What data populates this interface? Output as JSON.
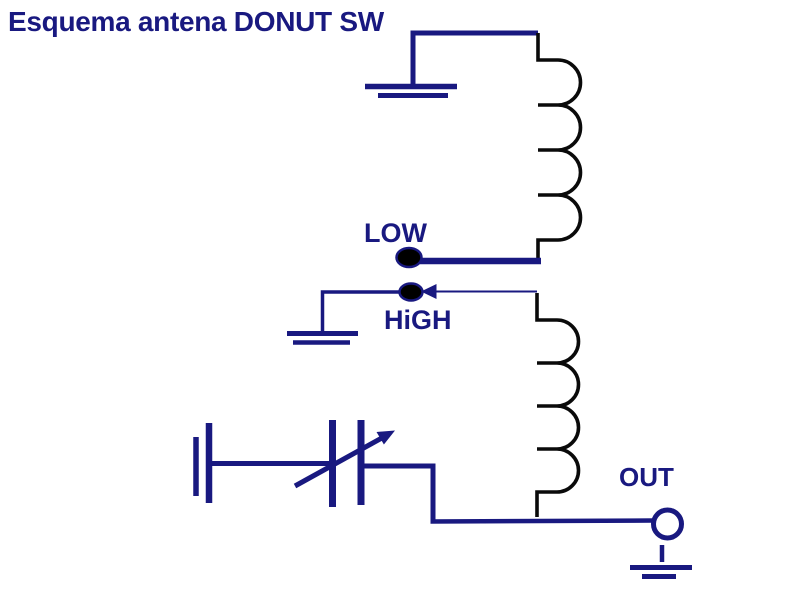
{
  "title": "Esquema antena DONUT SW",
  "labels": {
    "low_tap": "LOW",
    "high_tap": "HiGH",
    "output": "OUT"
  },
  "colors": {
    "wire": "#191980",
    "text": "#191980",
    "coil": "#0a0a0a",
    "dot_fill": "#000000",
    "background": "#ffffff"
  },
  "components": {
    "top_ground": "ground-symbol",
    "main_coil": "inductor-4-turns",
    "secondary_coil": "inductor-4-turns",
    "low_tap": "tap-dot",
    "high_tap": "tap-dot-with-arrow",
    "series_ground": "ground-symbol",
    "tuning_capacitor": "variable-capacitor",
    "capacitor_ground": "ground-symbol-vertical",
    "output_terminal": "terminal-circle",
    "output_ground": "ground-symbol"
  }
}
